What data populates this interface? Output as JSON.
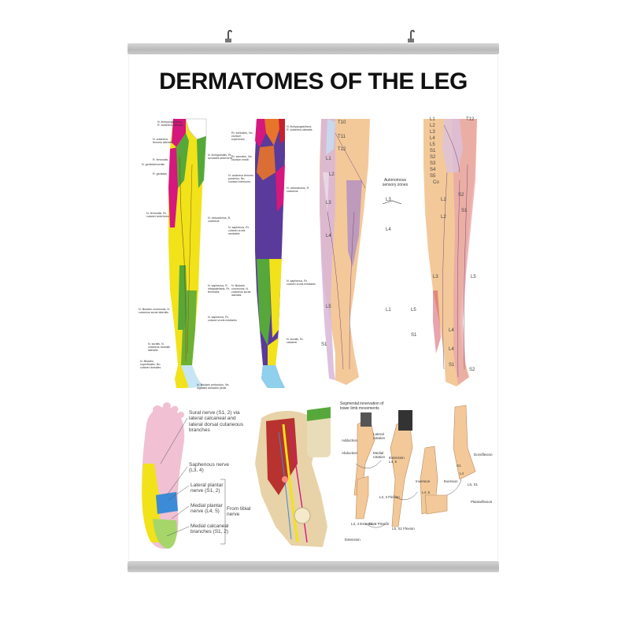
{
  "poster": {
    "title": "DERMATOMES OF THE LEG",
    "colors": {
      "magenta": "#d6177e",
      "yellow": "#f2e21a",
      "green": "#56a83a",
      "blue": "#3b8bd6",
      "purple": "#5a3a9a",
      "lavender": "#c9b8e0",
      "skin": "#f3c99a",
      "red": "#c8202f",
      "orange": "#e8742a"
    }
  },
  "anterior_nerves": {
    "iliohypogastricus": "N. iliohypogastricus, R. cutaneus lateralis",
    "cutaneus_femoris_lat": "N. cutaneus femoris lateralis",
    "genitofemoralis": "N. genitofemoralis",
    "r_femoralis": "R. femoralis",
    "r_genitalis": "R. genitalis",
    "ilioinguinalis_ant": "N. ilioinguinalis, Rr. scrotales anteriores",
    "femoralis": "N. femoralis, Rr. cutanei anteriores",
    "obturatorius": "N. obturatorius, R. cutaneus",
    "saphenus": "N. saphenus, R. infrapatellaris, Rr. femoralis",
    "fibularis_communis": "N. fibularis communis, N. cutaneus surae lateralis",
    "saphenus_cruris": "N. saphenus, Rr. cutanei cruris mediales",
    "suralis": "N. suralis, N. cutaneus dorsalis lateralis",
    "fibularis_superficialis": "N. fibularis superficialis, Nn. cutanei dorsales",
    "fibularis_profundus": "N. fibularis profundus, Nn. digitales dorsales pedis"
  },
  "posterior_nerves": {
    "iliohypogastricus": "N. iliohypogastricus, R. cutaneus lateralis",
    "lumbales": "Rr. lumbales, Nn. clunium superiores",
    "sacrales": "Rr. sacrales, Nn. clunium medii",
    "cutaneus_femoris_post": "N. cutaneus femoris posterior, Nn. clunium inferiores",
    "obturatorius": "N. obturatorius, R. cutaneus",
    "saphenus": "N. saphenus, Rr. cutanei cruris mediales",
    "fibularis_communis": "N. fibularis communis, N. cutaneus surae lateralis",
    "suralis": "N. suralis, Rr. calcanei"
  },
  "dermatome_front": {
    "t10": "T10",
    "t11": "T11",
    "t12": "T12",
    "l1": "L1",
    "l2": "L2",
    "l3_a": "L3",
    "l3_b": "L3",
    "l4_a": "L4",
    "l4_b": "L4",
    "l5": "L5",
    "l1_ptr": "L1",
    "s1": "S1"
  },
  "autonomous_label": "Autonomous sensory zones",
  "dermatome_back": {
    "l1": "L1",
    "l2": "L2",
    "l3": "L3",
    "l4": "L4",
    "l5": "L5",
    "s1": "S1",
    "s2": "S2",
    "s3": "S3",
    "s4": "S4",
    "s5": "S5",
    "co": "Co",
    "t12": "T12",
    "back_l1": "L1",
    "back_l2": "L2",
    "back_l3": "L3",
    "back_s1": "S1",
    "back_s2": "S2",
    "back_l5": "L5",
    "back_l5b": "L5",
    "back_s1b": "S1",
    "back_l4": "L4",
    "back_s1c": "S1",
    "back_s2c": "S2",
    "back_l4b": "L4"
  },
  "foot_labels": {
    "sural": "Sural nerve (S1, 2) via lateral calcaneal and lateral dorsal cutaneous branches",
    "saphenous": "Saphenous nerve (L3, 4)",
    "lateral_plantar": "Lateral plantar nerve (S1, 2)",
    "medial_plantar": "Medial plantar nerve (L4, 5)",
    "medial_calcaneal": "Medial calcaneal branches (S1, 2)",
    "tibial": "From tibial nerve"
  },
  "movement": {
    "title": "Segmental innervation of lower limb movements",
    "adduction": "Adduction",
    "lateral_rotation": "Lateral rotation",
    "medial_rotation": "Medial rotation",
    "abduction": "Abduction",
    "flexion_l2": "L2, 3 Flexion",
    "extension_l45": "Extension L4, 5",
    "flexion_l5": "L5, S1 Flexion",
    "extension": "Extension",
    "inversion": "Inversion",
    "eversion": "Eversion",
    "dorsiflexion": "Dorsiflexion",
    "plantarflexion": "Plantarflexion",
    "ext_l34": "L3, 4 Extension",
    "flex_s12": "S1, 2 Flexion",
    "l45": "L4, 5",
    "s1": "S1",
    "l4": "L4",
    "l56": "L5, S1"
  }
}
